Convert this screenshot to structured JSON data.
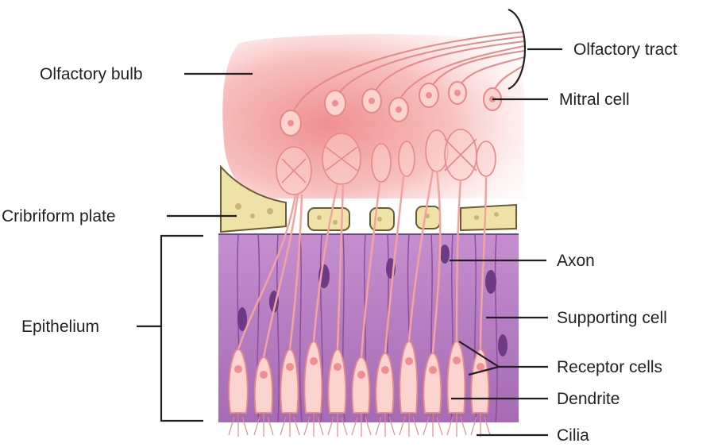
{
  "labels": {
    "olfactory_tract": "Olfactory tract",
    "olfactory_bulb": "Olfactory bulb",
    "mitral_cell": "Mitral cell",
    "cribriform_plate": "Cribriform plate",
    "axon": "Axon",
    "epithelium": "Epithelium",
    "supporting_cell": "Supporting cell",
    "receptor_cells": "Receptor cells",
    "dendrite": "Dendrite",
    "cilia": "Cilia"
  },
  "colors": {
    "bulb_pink": "#f4b6b4",
    "neuron_fill": "#fbd3cf",
    "neuron_stroke": "#e58a86",
    "bone_fill": "#efe2a6",
    "bone_stroke": "#6b5a36",
    "epithelium_purple": "#b47bbf",
    "epithelium_dark": "#8d4f9c",
    "nucleus": "#6d3a86",
    "leader_line": "#231f20"
  }
}
